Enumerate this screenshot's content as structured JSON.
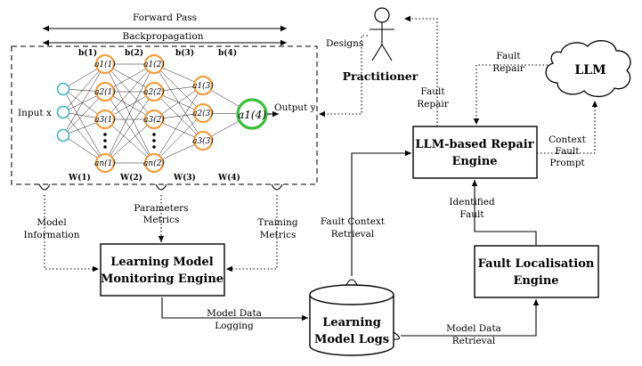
{
  "network": {
    "forward_pass": "Forward Pass",
    "backpropagation": "Backpropagation",
    "input_label": "Input x",
    "output_label": "Output y",
    "bias_labels": [
      "b(1)",
      "b(2)",
      "b(3)",
      "b(4)"
    ],
    "weight_labels": [
      "W(1)",
      "W(2)",
      "W(3)",
      "W(4)"
    ],
    "layer1_nodes": [
      "a1(1)",
      "a2(1)",
      "a3(1)",
      "an(1)"
    ],
    "layer2_nodes": [
      "a1(2)",
      "a2(2)",
      "a3(2)",
      "an(2)"
    ],
    "layer3_nodes": [
      "a1(3)",
      "a2(3)",
      "a3(3)"
    ],
    "output_node": "a1(4)"
  },
  "practitioner": {
    "label": "Practitioner",
    "designs": "Designs",
    "fault_repair_1": "Fault",
    "fault_repair_2": "Repair"
  },
  "llm": {
    "label": "LLM",
    "fault_repair_1": "Fault",
    "fault_repair_2": "Repair",
    "prompt_1": "Context",
    "prompt_2": "Fault",
    "prompt_3": "Prompt"
  },
  "repair_engine": {
    "line1": "LLM-based Repair",
    "line2": "Engine"
  },
  "localisation_engine": {
    "line1": "Fault Localisation",
    "line2": "Engine",
    "identified_1": "Identified",
    "identified_2": "Fault"
  },
  "monitoring_engine": {
    "line1": "Learning Model",
    "line2": "Monitoring Engine",
    "model_info_1": "Model",
    "model_info_2": "Information",
    "params_1": "Parameters",
    "params_2": "Metrics",
    "training_1": "Training",
    "training_2": "Metrics"
  },
  "logs": {
    "line1": "Learning",
    "line2": "Model Logs",
    "retrieval_1": "Fault Context",
    "retrieval_2": "Retrieval",
    "logging_1": "Model Data",
    "logging_2": "Logging",
    "data_retrieval_1": "Model Data",
    "data_retrieval_2": "Retrieval"
  }
}
